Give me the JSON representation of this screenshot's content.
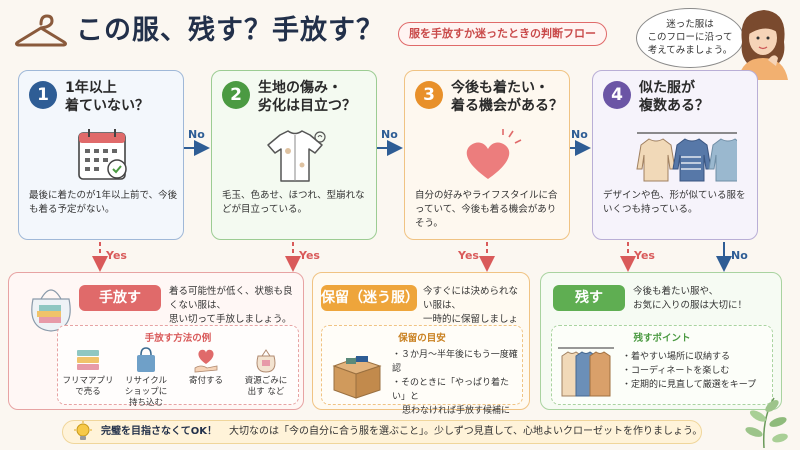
{
  "header": {
    "title": "この服、残す？手放す？",
    "subtitle": "服を手放すか迷ったときの判断フロー",
    "bubble_lines": [
      "迷った服は",
      "このフローに沿って",
      "考えてみましょう。"
    ]
  },
  "steps": [
    {
      "num": "1",
      "question_lines": [
        "1年以上",
        "着ていない？"
      ],
      "description": "最後に着たのが1年以上前で、今後も着る予定がない。",
      "icon": "calendar-icon"
    },
    {
      "num": "2",
      "question_lines": [
        "生地の傷み・",
        "劣化は目立つ？"
      ],
      "description": "毛玉、色あせ、ほつれ、型崩れなどが目立っている。",
      "icon": "worn-shirt-icon"
    },
    {
      "num": "3",
      "question_lines": [
        "今後も着たい・",
        "着る機会がある？"
      ],
      "description": "自分の好みやライフスタイルに合っていて、今後も着る機会がありそう。",
      "icon": "heart-icon"
    },
    {
      "num": "4",
      "question_lines": [
        "似た服が",
        "複数ある？"
      ],
      "description": "デザインや色、形が似ている服をいくつも持っている。",
      "icon": "sweaters-icon"
    }
  ],
  "connectors": {
    "yes": "Yes",
    "no": "No"
  },
  "results": {
    "discard": {
      "label": "手放す",
      "desc_lines": [
        "着る可能性が低く、状態も良くない服は、",
        "思い切って手放しましょう。"
      ],
      "methods_title": "手放す方法の例",
      "methods": [
        {
          "lines": [
            "フリマアプリ",
            "で売る"
          ],
          "icon": "folded-clothes-icon"
        },
        {
          "lines": [
            "リサイクル",
            "ショップに",
            "持ち込む"
          ],
          "icon": "shopping-bag-icon"
        },
        {
          "lines": [
            "寄付する"
          ],
          "icon": "heart-hand-icon"
        },
        {
          "lines": [
            "資源ごみに",
            "出す など"
          ],
          "icon": "trash-bag-icon"
        }
      ]
    },
    "hold": {
      "label": "保留（迷う服）",
      "desc_lines": [
        "今すぐには決められない服は、",
        "一時的に保留しましょう。"
      ],
      "guide_title": "保留の目安",
      "guide_items": [
        "３か月〜半年後にもう一度確認",
        "そのときに「やっぱり着たい」と",
        "思わなければ手放す候補に"
      ]
    },
    "keep": {
      "label": "残す",
      "desc_lines": [
        "今後も着たい服や、",
        "お気に入りの服は大切に！"
      ],
      "points_title": "残すポイント",
      "points": [
        "着やすい場所に収納する",
        "コーディネートを楽しむ",
        "定期的に見直して厳選をキープ"
      ]
    }
  },
  "footer": {
    "bold": "完璧を目指さなくてOK！",
    "text": "大切なのは「今の自分に合う服を選ぶこと」。少しずつ見直して、心地よいクローゼットを作りましょう。"
  },
  "colors": {
    "navy": "#2e5d95",
    "green": "#4b9a42",
    "orange": "#e8902a",
    "purple": "#6b55a5",
    "red": "#e06a6a"
  }
}
